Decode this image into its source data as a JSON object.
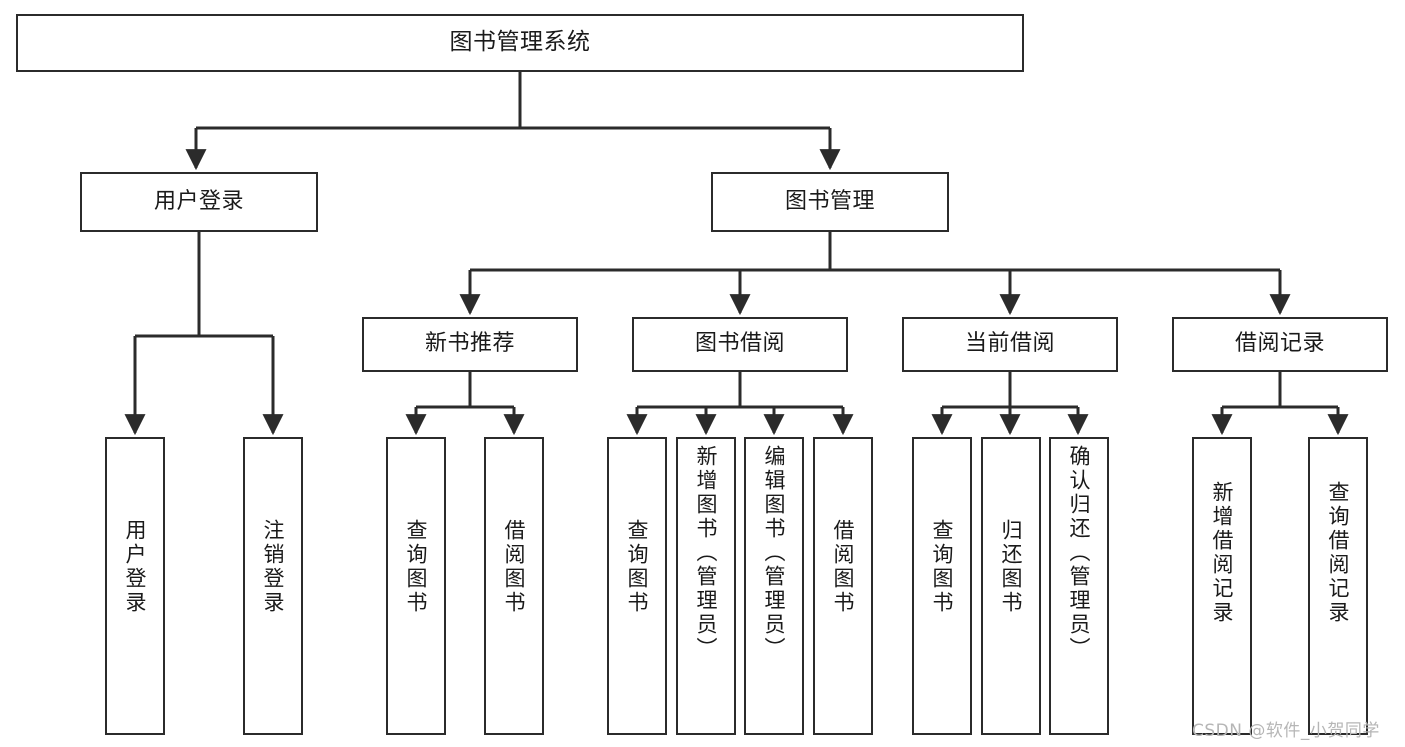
{
  "diagram": {
    "title": "图书管理系统",
    "type": "tree-hierarchy-chart",
    "colors": {
      "stroke": "#2b2b2b",
      "fill": "#ffffff",
      "text": "#1a1a1a",
      "watermark": "#b6b6b6"
    },
    "nodes": {
      "root": {
        "label": "图书管理系统"
      },
      "level2": [
        {
          "id": "user-login",
          "label": "用户登录"
        },
        {
          "id": "book-management",
          "label": "图书管理"
        }
      ],
      "level3": [
        {
          "id": "new-book-recommend",
          "label": "新书推荐"
        },
        {
          "id": "book-borrow",
          "label": "图书借阅"
        },
        {
          "id": "current-borrow",
          "label": "当前借阅"
        },
        {
          "id": "borrow-record",
          "label": "借阅记录"
        }
      ],
      "leaves": {
        "user_login": [
          {
            "id": "leaf-user-login",
            "label": "用户登录"
          },
          {
            "id": "leaf-logout-login",
            "label": "注销登录"
          }
        ],
        "new_book_recommend": [
          {
            "id": "leaf-query-book-1",
            "label": "查询图书"
          },
          {
            "id": "leaf-borrow-book-1",
            "label": "借阅图书"
          }
        ],
        "book_borrow": [
          {
            "id": "leaf-query-book-2",
            "label": "查询图书"
          },
          {
            "id": "leaf-add-book",
            "label": "新增图书（管理员）"
          },
          {
            "id": "leaf-edit-book",
            "label": "编辑图书（管理员）"
          },
          {
            "id": "leaf-borrow-book-2",
            "label": "借阅图书"
          }
        ],
        "current_borrow": [
          {
            "id": "leaf-query-book-3",
            "label": "查询图书"
          },
          {
            "id": "leaf-return-book",
            "label": "归还图书"
          },
          {
            "id": "leaf-confirm-return",
            "label": "确认归还（管理员）"
          }
        ],
        "borrow_record": [
          {
            "id": "leaf-add-borrow-record",
            "label": "新增借阅记录"
          },
          {
            "id": "leaf-query-borrow-record",
            "label": "查询借阅记录"
          }
        ]
      }
    },
    "watermark": "CSDN @软件_小贺同学"
  }
}
